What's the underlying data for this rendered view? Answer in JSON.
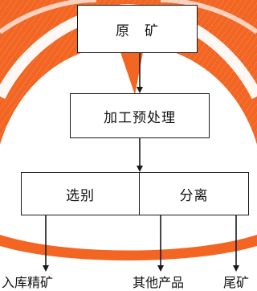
{
  "diagram": {
    "nodes": {
      "raw_ore": "原　矿",
      "pretreatment": "加工预处理",
      "beneficiation": "选别",
      "separation": "分离"
    },
    "outputs": {
      "concentrate": "入库精矿",
      "other_products": "其他产品",
      "tailings": "尾矿"
    }
  },
  "colors": {
    "accent": "#f26522",
    "line": "#1a1a1a"
  }
}
